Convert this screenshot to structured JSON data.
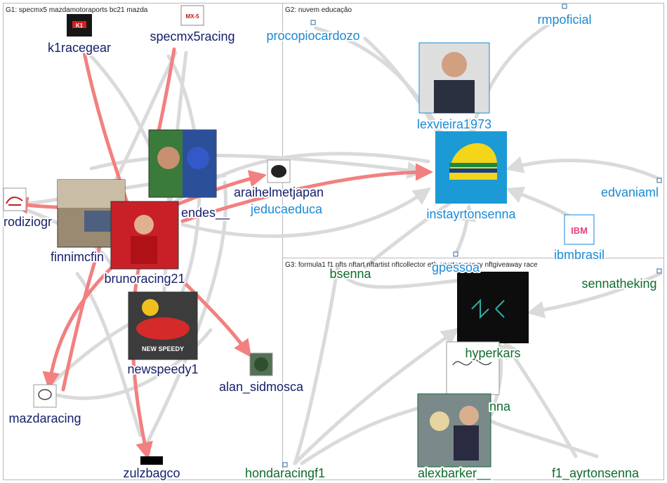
{
  "colors": {
    "g1_label": "#16206b",
    "g2_label": "#1a8ad4",
    "g3_label": "#0f6b2e",
    "edge_strong": "#f28080",
    "edge_weak": "#dadada"
  },
  "groups": [
    {
      "id": "G1",
      "title": "G1: specmx5 mazdamotoraports bc21 mazda"
    },
    {
      "id": "G2",
      "title": "G2: nuvem educação"
    },
    {
      "id": "G3",
      "title": "G3: formula1 f1 nfts nftart nftartist nftcollector eth cryptocurency nftgiveaway race"
    }
  ],
  "nodes": [
    {
      "id": "k1racegear",
      "label": "k1racegear",
      "group": "G1",
      "icon": "k1-logo-icon"
    },
    {
      "id": "specmx5racing",
      "label": "specmx5racing",
      "group": "G1",
      "icon": "mx5-logo-icon"
    },
    {
      "id": "rodiziogr",
      "label": "rodiziogr",
      "group": "G1",
      "icon": "car-outline-icon"
    },
    {
      "id": "finnimcfin",
      "label": "finnimcfin",
      "group": "G1",
      "icon": "workshop-photo-icon"
    },
    {
      "id": "mendes",
      "label": "endes__",
      "group": "G1",
      "icon": "cartoon-avatar-icon"
    },
    {
      "id": "brunoracing21",
      "label": "brunoracing21",
      "group": "G1",
      "icon": "driver-photo-icon"
    },
    {
      "id": "araihelmetjapan",
      "label": "araihelmetjapan",
      "group": "G1",
      "icon": "helmet-logo-icon"
    },
    {
      "id": "newspeedy1",
      "label": "newspeedy1",
      "group": "G1",
      "icon": "red-car-cartoon-icon"
    },
    {
      "id": "alan_sidmosca",
      "label": "alan_sidmosca",
      "group": "G1",
      "icon": "helmet-avatar-icon"
    },
    {
      "id": "mazdaracing",
      "label": "mazdaracing",
      "group": "G1",
      "icon": "mazda-logo-icon"
    },
    {
      "id": "zulzbagco",
      "label": "zulzbagco",
      "group": "G1",
      "icon": "black-bar-icon"
    },
    {
      "id": "procopiocardozo",
      "label": "procopiocardozo",
      "group": "G2",
      "icon": "small-square-icon"
    },
    {
      "id": "rmpoficial",
      "label": "rmpoficial",
      "group": "G2",
      "icon": "small-square-icon"
    },
    {
      "id": "lexvieira1973",
      "label": "lexvieira1973",
      "group": "G2",
      "icon": "portrait-photo-icon"
    },
    {
      "id": "instayrtonsenna",
      "label": "instayrtonsenna",
      "group": "G2",
      "icon": "senna-helmet-icon"
    },
    {
      "id": "jeducaeduca",
      "label": "jeducaeduca",
      "group": "G2",
      "icon": ""
    },
    {
      "id": "edvaniaml",
      "label": "edvaniaml",
      "group": "G2",
      "icon": "small-square-icon"
    },
    {
      "id": "ibmbrasil",
      "label": "ibmbrasil",
      "group": "G2",
      "icon": "ibm-logo-icon"
    },
    {
      "id": "gpessoa",
      "label": "gpessoa",
      "group": "G2",
      "icon": "small-square-icon"
    },
    {
      "id": "bsenna",
      "label": "bsenna",
      "group": "G3",
      "icon": ""
    },
    {
      "id": "sennatheking",
      "label": "sennatheking",
      "group": "G3",
      "icon": "small-square-icon"
    },
    {
      "id": "hyperkars",
      "label": "hyperkars",
      "group": "G3",
      "icon": "hyperkars-logo-icon"
    },
    {
      "id": "senna_signature",
      "label": "nna",
      "group": "G3",
      "icon": "signature-icon"
    },
    {
      "id": "alexbarker",
      "label": "alexbarker__",
      "group": "G3",
      "icon": "couple-photo-icon"
    },
    {
      "id": "hondaracingf1",
      "label": "hondaracingf1",
      "group": "G3",
      "icon": "small-square-icon"
    },
    {
      "id": "f1_ayrtonsenna",
      "label": "f1_ayrtonsenna",
      "group": "G3",
      "icon": ""
    }
  ],
  "image_text": {
    "k1": "K1",
    "mx5": "MX-5",
    "ibm": "IBM",
    "newspeedy": "NEW SPEEDY"
  }
}
